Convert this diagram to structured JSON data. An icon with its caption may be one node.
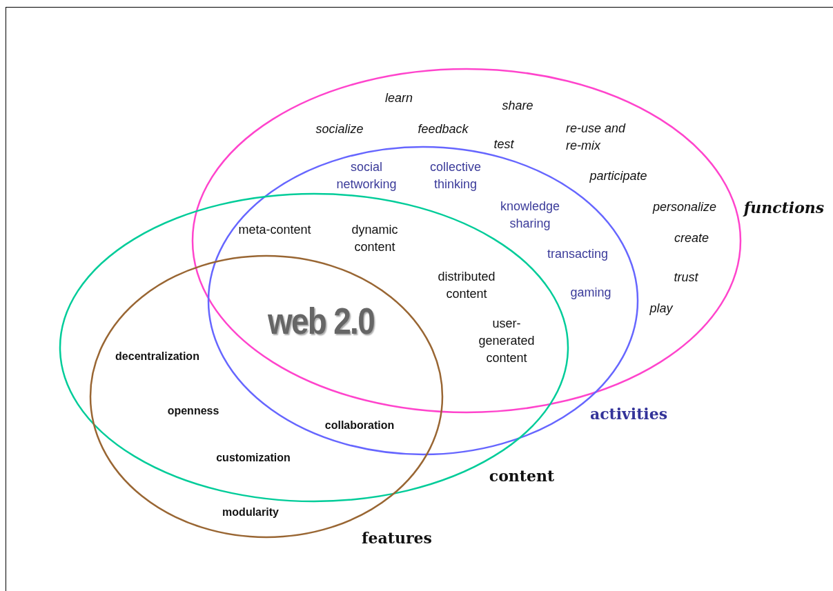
{
  "diagram": {
    "nodes": [
      {
        "text": [
          "functions"
        ]
      },
      {
        "text": [
          "activities"
        ]
      },
      {
        "text": [
          "content"
        ]
      },
      {
        "text": [
          "features"
        ]
      }
    ],
    "edges": [],
    "labels": [
      "learn",
      "share",
      "socialize",
      "feedback",
      "test",
      "re-use and re-mix",
      "social networking",
      "collective thinking",
      "participate",
      "knowledge sharing",
      "personalize",
      "meta-content",
      "dynamic content",
      "create",
      "transacting",
      "distributed content",
      "trust",
      "gaming",
      "play",
      "web 2.0",
      "user-generated content",
      "decentralization",
      "openness",
      "collaboration",
      "customization",
      "modularity"
    ]
  }
}
